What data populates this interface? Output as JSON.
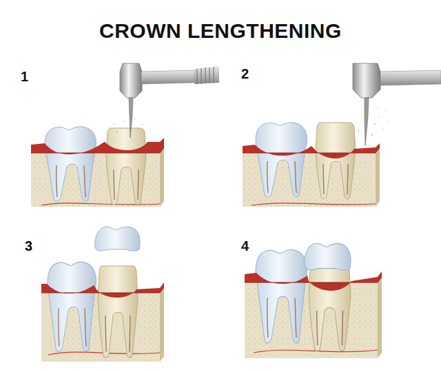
{
  "diagram": {
    "title": "CROWN LENGTHENING",
    "labels": [
      "1",
      "2",
      "3",
      "4"
    ]
  }
}
